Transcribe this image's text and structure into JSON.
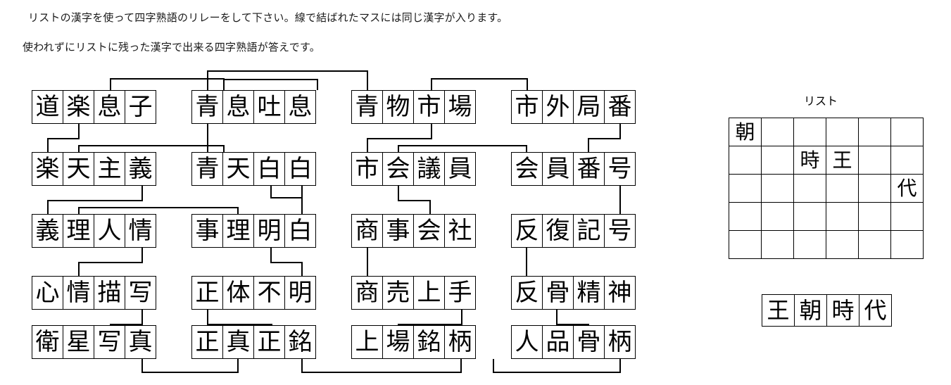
{
  "instructions": {
    "line1": "リストの漢字を使って四字熟語のリレーをして下さい。線で結ばれたマスには同じ漢字が入ります。",
    "line2": "使われずにリストに残った漢字で出来る四字熟語が答えです。"
  },
  "puzzle": {
    "rows": [
      {
        "blocks": [
          {
            "chars": [
              "道",
              "楽",
              "息",
              "子"
            ]
          },
          {
            "chars": [
              "青",
              "息",
              "吐",
              "息"
            ]
          },
          {
            "chars": [
              "青",
              "物",
              "市",
              "場"
            ]
          },
          {
            "chars": [
              "市",
              "外",
              "局",
              "番"
            ]
          }
        ]
      },
      {
        "blocks": [
          {
            "chars": [
              "楽",
              "天",
              "主",
              "義"
            ]
          },
          {
            "chars": [
              "青",
              "天",
              "白",
              "白"
            ]
          },
          {
            "chars": [
              "市",
              "会",
              "議",
              "員"
            ]
          },
          {
            "chars": [
              "会",
              "員",
              "番",
              "号"
            ]
          }
        ]
      },
      {
        "blocks": [
          {
            "chars": [
              "義",
              "理",
              "人",
              "情"
            ]
          },
          {
            "chars": [
              "事",
              "理",
              "明",
              "白"
            ]
          },
          {
            "chars": [
              "商",
              "事",
              "会",
              "社"
            ]
          },
          {
            "chars": [
              "反",
              "復",
              "記",
              "号"
            ]
          }
        ]
      },
      {
        "blocks": [
          {
            "chars": [
              "心",
              "情",
              "描",
              "写"
            ]
          },
          {
            "chars": [
              "正",
              "体",
              "不",
              "明"
            ]
          },
          {
            "chars": [
              "商",
              "売",
              "上",
              "手"
            ]
          },
          {
            "chars": [
              "反",
              "骨",
              "精",
              "神"
            ]
          }
        ]
      },
      {
        "blocks": [
          {
            "chars": [
              "衛",
              "星",
              "写",
              "真"
            ]
          },
          {
            "chars": [
              "正",
              "真",
              "正",
              "銘"
            ]
          },
          {
            "chars": [
              "上",
              "場",
              "銘",
              "柄"
            ]
          },
          {
            "chars": [
              "人",
              "品",
              "骨",
              "柄"
            ]
          }
        ]
      }
    ]
  },
  "list_panel": {
    "title": "リスト",
    "grid": [
      [
        "朝",
        "",
        "",
        "",
        "",
        ""
      ],
      [
        "",
        "",
        "時",
        "王",
        "",
        ""
      ],
      [
        "",
        "",
        "",
        "",
        "",
        "代"
      ],
      [
        "",
        "",
        "",
        "",
        "",
        ""
      ],
      [
        "",
        "",
        "",
        "",
        "",
        ""
      ]
    ]
  },
  "answer": {
    "chars": [
      "王",
      "朝",
      "時",
      "代"
    ]
  },
  "colors": {
    "ink": "#000000",
    "paper": "#ffffff",
    "text": "#1a1a1a"
  }
}
